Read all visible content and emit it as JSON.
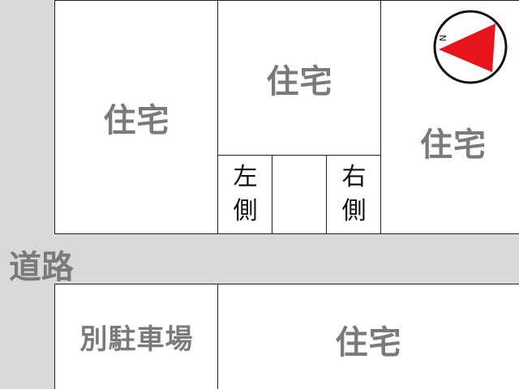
{
  "map": {
    "house_label": "住宅",
    "road_label": "道路",
    "parking_label": "別駐車場",
    "left_side_label": [
      "左",
      "側"
    ],
    "right_side_label": [
      "右",
      "側"
    ],
    "compass_north": "N",
    "colors": {
      "road": "#d9d9d9",
      "lot": "#ffffff",
      "label_gray": "#7a7a7a",
      "compass_needle": "#e8141b"
    }
  }
}
